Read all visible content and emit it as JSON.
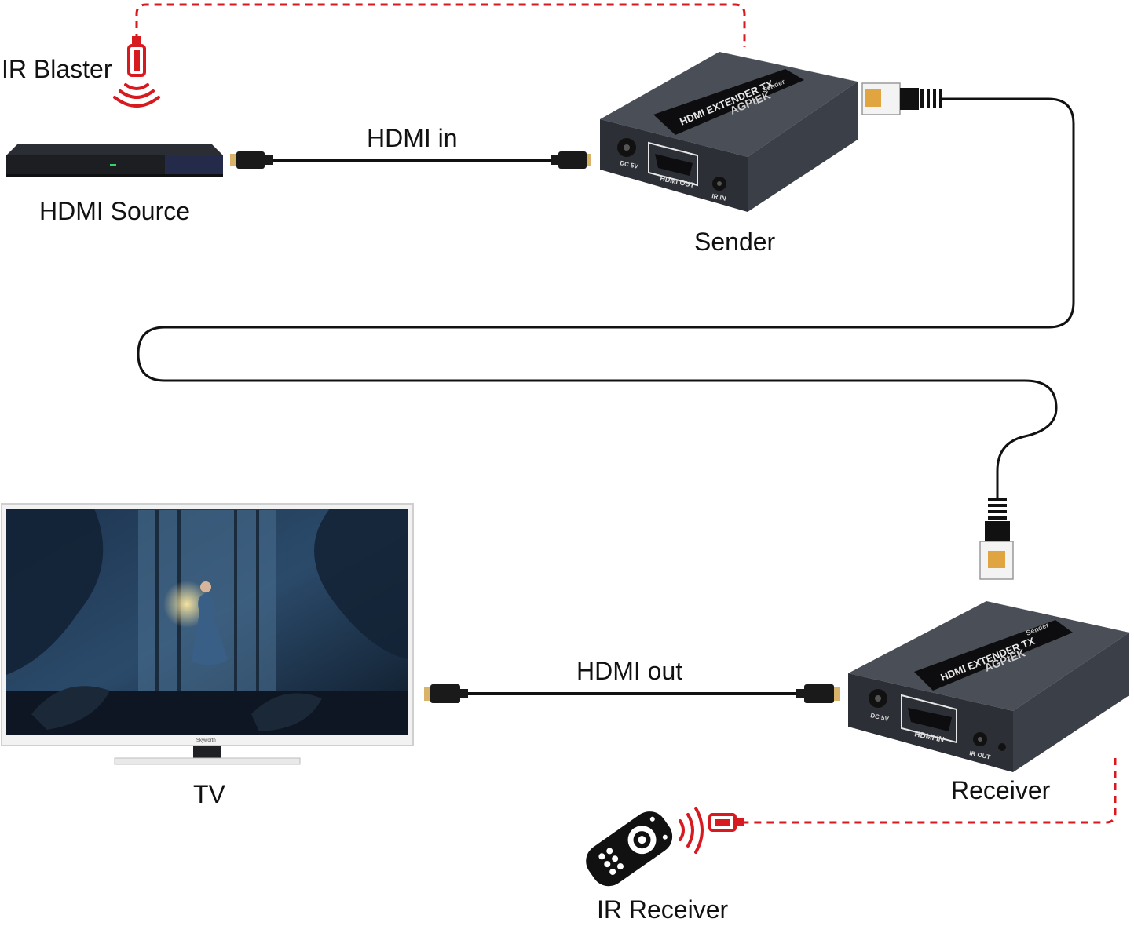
{
  "labels": {
    "ir_blaster": "IR Blaster",
    "hdmi_source": "HDMI Source",
    "hdmi_in": "HDMI in",
    "sender": "Sender",
    "tv": "TV",
    "hdmi_out": "HDMI out",
    "receiver": "Receiver",
    "ir_receiver": "IR Receiver"
  },
  "sender_device": {
    "brand": "AGPtEK",
    "top_text": "HDMI EXTENDER TX",
    "role": "Sender",
    "port_dc": "DC 5V",
    "port_hdmi": "HDMI OUT",
    "port_ir": "IR IN"
  },
  "receiver_device": {
    "brand": "AGPtEK",
    "top_text": "HDMI EXTENDER TX",
    "role": "Sender",
    "port_dc": "DC 5V",
    "port_hdmi": "HDMI IN",
    "port_ir": "IR OUT"
  },
  "tv_brand": "Skyworth",
  "colors": {
    "ir_line": "#d71920",
    "cable": "#111111",
    "device_body": "#3b3f47",
    "device_top": "#4a4e57"
  }
}
